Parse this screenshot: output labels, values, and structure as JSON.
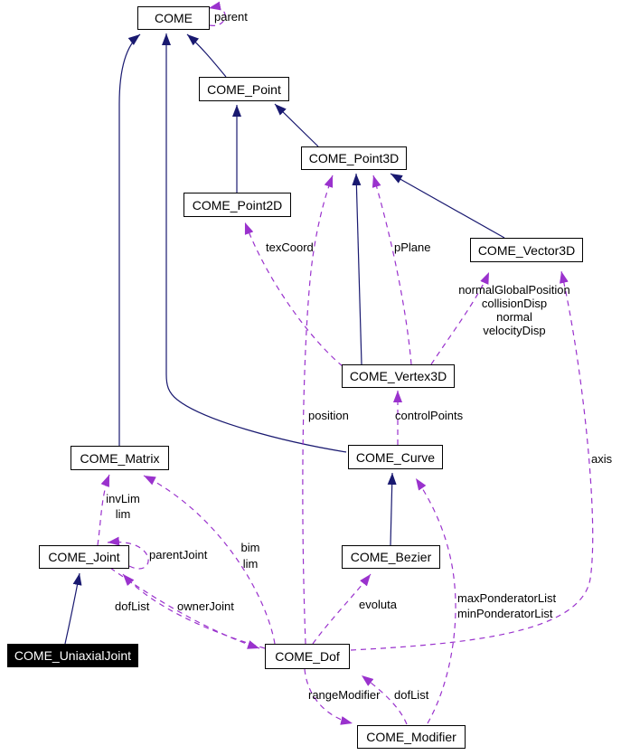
{
  "diagram": {
    "kind": "class collaboration diagram",
    "nodes": {
      "come": {
        "label": "COME"
      },
      "point": {
        "label": "COME_Point"
      },
      "point3d": {
        "label": "COME_Point3D"
      },
      "point2d": {
        "label": "COME_Point2D"
      },
      "vector3d": {
        "label": "COME_Vector3D"
      },
      "vertex3d": {
        "label": "COME_Vertex3D"
      },
      "curve": {
        "label": "COME_Curve"
      },
      "matrix": {
        "label": "COME_Matrix"
      },
      "joint": {
        "label": "COME_Joint"
      },
      "bezier": {
        "label": "COME_Bezier"
      },
      "uniaxial_joint": {
        "label": "COME_UniaxialJoint",
        "selected": true
      },
      "dof": {
        "label": "COME_Dof"
      },
      "modifier": {
        "label": "COME_Modifier"
      }
    },
    "edge_labels": {
      "parent": "parent",
      "texcoord": "texCoord",
      "pplane": "pPlane",
      "vector_members": "normalGlobalPosition\ncollisionDisp\nnormal\nvelocityDisp",
      "position": "position",
      "controlpoints": "controlPoints",
      "axis": "axis",
      "invlim_lim": "invLim\nlim",
      "parentjoint": "parentJoint",
      "bim_lim": "bim\nlim",
      "doflist_joint": "dofList",
      "ownerjoint": "ownerJoint",
      "evoluta": "evoluta",
      "ponderator_lists": "maxPonderatorList\nminPonderatorList",
      "rangemodifier": "rangeModifier",
      "doflist_dof": "dofList"
    },
    "colors": {
      "inheritance_edge": "#191970",
      "usage_edge": "#9a32cd",
      "node_border": "#000000",
      "node_fill": "#ffffff",
      "selected_node_fill": "#000000",
      "selected_node_text": "#ffffff",
      "background": "#ffffff"
    },
    "edges": [
      {
        "type": "inheritance",
        "from": "COME_Point",
        "to": "COME"
      },
      {
        "type": "inheritance",
        "from": "COME_Matrix",
        "to": "COME"
      },
      {
        "type": "inheritance",
        "from": "COME_Curve",
        "to": "COME"
      },
      {
        "type": "inheritance",
        "from": "COME_Point2D",
        "to": "COME_Point"
      },
      {
        "type": "inheritance",
        "from": "COME_Point3D",
        "to": "COME_Point"
      },
      {
        "type": "inheritance",
        "from": "COME_Vector3D",
        "to": "COME_Point3D"
      },
      {
        "type": "inheritance",
        "from": "COME_Vertex3D",
        "to": "COME_Point3D"
      },
      {
        "type": "inheritance",
        "from": "COME_Bezier",
        "to": "COME_Curve"
      },
      {
        "type": "inheritance",
        "from": "COME_UniaxialJoint",
        "to": "COME_Joint"
      },
      {
        "type": "usage",
        "from": "COME",
        "to": "COME",
        "label": "parent"
      },
      {
        "type": "usage",
        "from": "COME_Vertex3D",
        "to": "COME_Point2D",
        "label": "texCoord"
      },
      {
        "type": "usage",
        "from": "COME_Vertex3D",
        "to": "COME_Point3D",
        "label": "pPlane"
      },
      {
        "type": "usage",
        "from": "COME_Dof",
        "to": "COME_Point3D",
        "label": "position"
      },
      {
        "type": "usage",
        "from": "COME_Curve",
        "to": "COME_Vertex3D",
        "label": "controlPoints"
      },
      {
        "type": "usage",
        "from": "COME_Vertex3D",
        "to": "COME_Vector3D",
        "label": "normalGlobalPosition collisionDisp normal velocityDisp"
      },
      {
        "type": "usage",
        "from": "COME_Dof",
        "to": "COME_Vector3D",
        "label": "axis"
      },
      {
        "type": "usage",
        "from": "COME_Joint",
        "to": "COME_Matrix",
        "label": "invLim lim"
      },
      {
        "type": "usage",
        "from": "COME_Dof",
        "to": "COME_Matrix",
        "label": "bim lim"
      },
      {
        "type": "usage",
        "from": "COME_Joint",
        "to": "COME_Joint",
        "label": "parentJoint"
      },
      {
        "type": "usage",
        "from": "COME_Dof",
        "to": "COME_Joint",
        "label": "dofList"
      },
      {
        "type": "usage",
        "from": "COME_Joint",
        "to": "COME_Dof",
        "label": "ownerJoint"
      },
      {
        "type": "usage",
        "from": "COME_Dof",
        "to": "COME_Bezier",
        "label": "evoluta"
      },
      {
        "type": "usage",
        "from": "COME_Modifier",
        "to": "COME_Curve",
        "label": "maxPonderatorList minPonderatorList"
      },
      {
        "type": "usage",
        "from": "COME_Dof",
        "to": "COME_Modifier",
        "label": "rangeModifier"
      },
      {
        "type": "usage",
        "from": "COME_Modifier",
        "to": "COME_Dof",
        "label": "dofList"
      }
    ]
  }
}
